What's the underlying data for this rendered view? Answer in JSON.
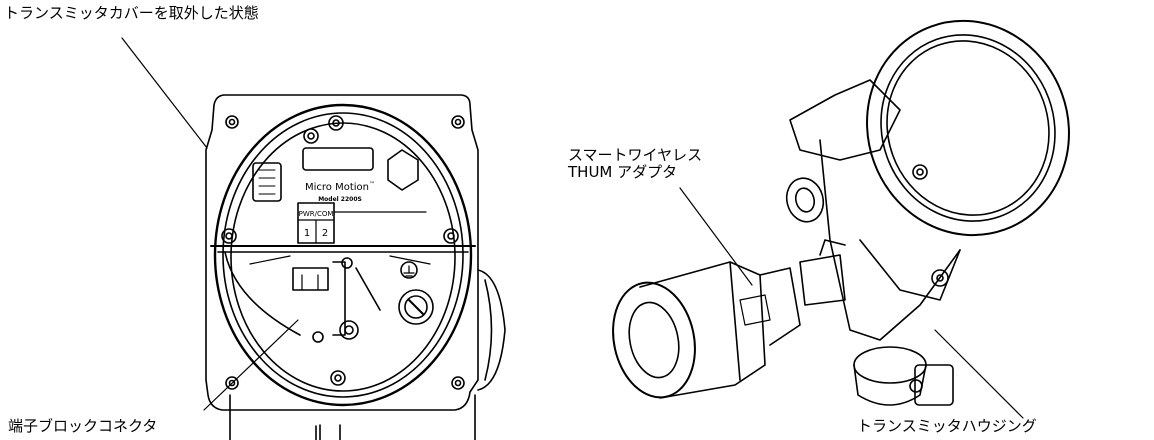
{
  "labels": {
    "cover_removed": "トランスミッタカバーを取外した状態",
    "terminal_block": "端子ブロックコネクタ",
    "thum_line1": "スマートワイヤレス",
    "thum_line2": "THUM アダプタ",
    "housing": "トランスミッタハウジング"
  },
  "device": {
    "brand": "Micro Motion",
    "trademark": "™",
    "model": "Model 2200S",
    "terminal_header": "PWR/COM",
    "terminal_1": "1",
    "terminal_2": "2"
  }
}
